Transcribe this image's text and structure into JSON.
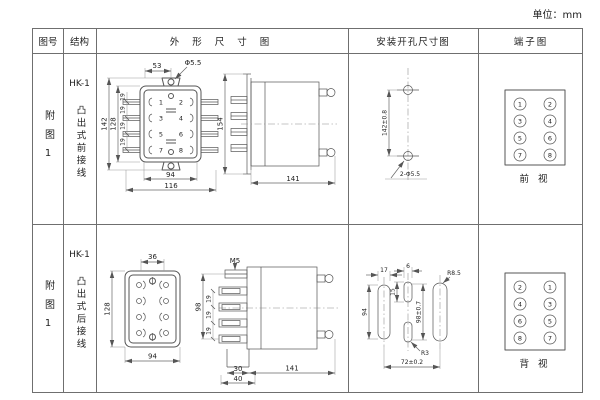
{
  "unit_label": "单位：mm",
  "header": {
    "fig_no": "图号",
    "structure": "结构",
    "outline": "外 形 尺 寸 图",
    "mounting": "安装开孔尺寸图",
    "terminal": "端子图"
  },
  "row1": {
    "fig_no": "附图1",
    "model": "HK-1",
    "desc": "凸出式前接线",
    "outline": {
      "top_width": "53",
      "hole_dia": "Φ5.5",
      "height_outer": "142",
      "height_inner": "128",
      "pitches": [
        "19",
        "19",
        "19",
        "19"
      ],
      "terminals": [
        "1",
        "2",
        "3",
        "4",
        "5",
        "6",
        "7",
        "8"
      ],
      "width_inner": "94",
      "width_outer": "116",
      "side_height": "154",
      "side_depth": "141"
    },
    "mounting": {
      "hole_pitch": "142±0.8",
      "holes_label": "2-Φ5.5"
    },
    "terminal_diagram": {
      "left": [
        "1",
        "3",
        "5",
        "7"
      ],
      "right": [
        "2",
        "4",
        "6",
        "8"
      ],
      "caption": "前 视"
    }
  },
  "row2": {
    "fig_no": "附图1",
    "model": "HK-1",
    "desc": "凸出式后接线",
    "outline": {
      "top_width": "36",
      "height": "128",
      "width": "94",
      "stud_thread": "M5",
      "stud_span": "98",
      "pitches": [
        "19",
        "19",
        "19"
      ],
      "base_depth": "30",
      "stud_len": "40",
      "side_depth": "141"
    },
    "mounting": {
      "slot_width_side": "17",
      "slot_width_mid": "6",
      "slot_len_mid": "15",
      "slot_len_side": "94",
      "pitch_vertical": "98±0.7",
      "radius_side": "R8.5",
      "radius_mid": "R3",
      "pitch_horizontal": "72±0.2"
    },
    "terminal_diagram": {
      "left": [
        "2",
        "4",
        "6",
        "8"
      ],
      "right": [
        "1",
        "3",
        "5",
        "7"
      ],
      "caption": "背 视"
    }
  }
}
